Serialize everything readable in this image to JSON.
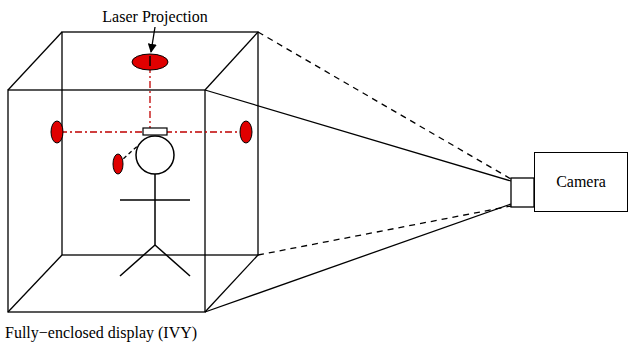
{
  "diagram": {
    "nodes": [
      {
        "text": [
          "Camera"
        ]
      }
    ],
    "labels": [
      "Laser Projection",
      "Fully−enclosed display (IVY)"
    ]
  }
}
